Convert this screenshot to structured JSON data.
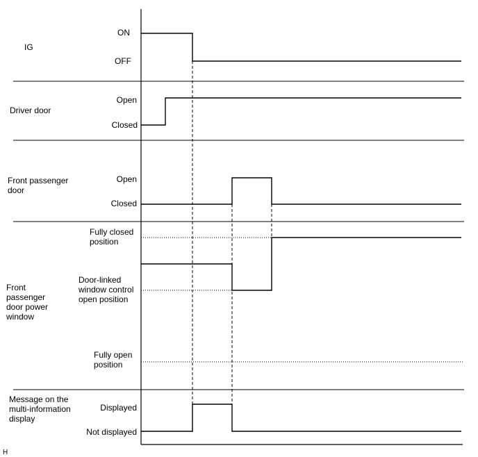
{
  "rows": {
    "ig": {
      "name": "IG",
      "states": [
        "ON",
        "OFF"
      ]
    },
    "driver_door": {
      "name": "Driver door",
      "states": [
        "Open",
        "Closed"
      ]
    },
    "front_passenger_door": {
      "name": [
        "Front passenger",
        "door"
      ],
      "states": [
        "Open",
        "Closed"
      ]
    },
    "window": {
      "name": [
        "Front",
        "passenger",
        "door power",
        "window"
      ],
      "levels": {
        "fully_closed": [
          "Fully closed",
          "position"
        ],
        "door_linked": [
          "Door-linked",
          "window control",
          "open position"
        ],
        "fully_open": [
          "Fully open",
          "position"
        ]
      }
    },
    "message": {
      "name": [
        "Message on the",
        "multi-information",
        "display"
      ],
      "states": [
        "Displayed",
        "Not displayed"
      ]
    }
  },
  "footer_code": "H"
}
